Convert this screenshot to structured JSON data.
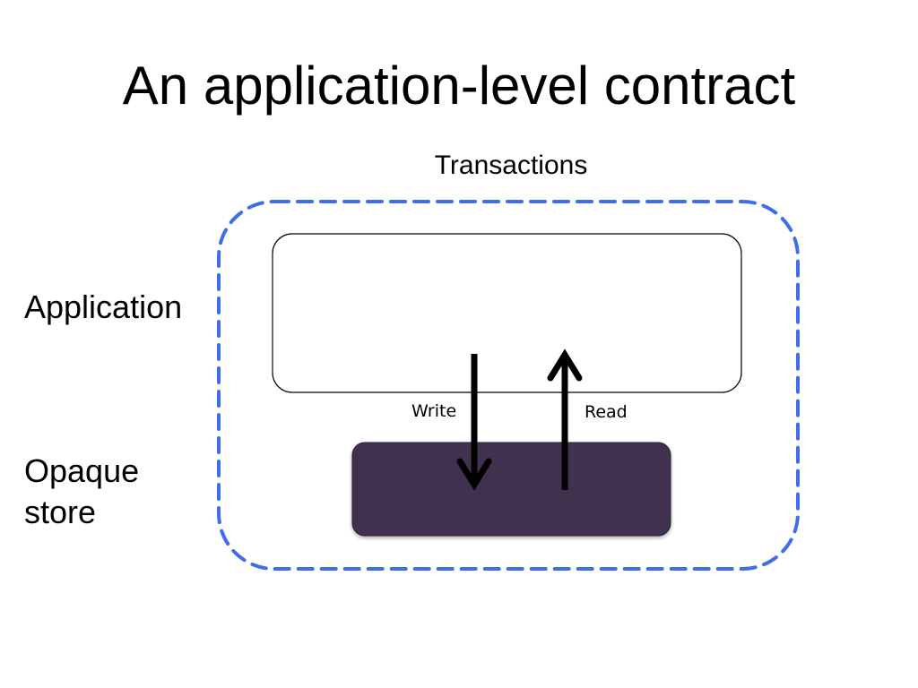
{
  "slide": {
    "title": "An application-level contract"
  },
  "diagram": {
    "boundary_label": "Transactions",
    "layers": {
      "application": "Application",
      "store": "Opaque\nstore"
    },
    "operations": {
      "write": "Write",
      "read": "Read"
    },
    "colors": {
      "boundary": "#3f6ee8",
      "store_fill": "#40324f",
      "app_border": "#000000",
      "arrow": "#000000"
    }
  }
}
